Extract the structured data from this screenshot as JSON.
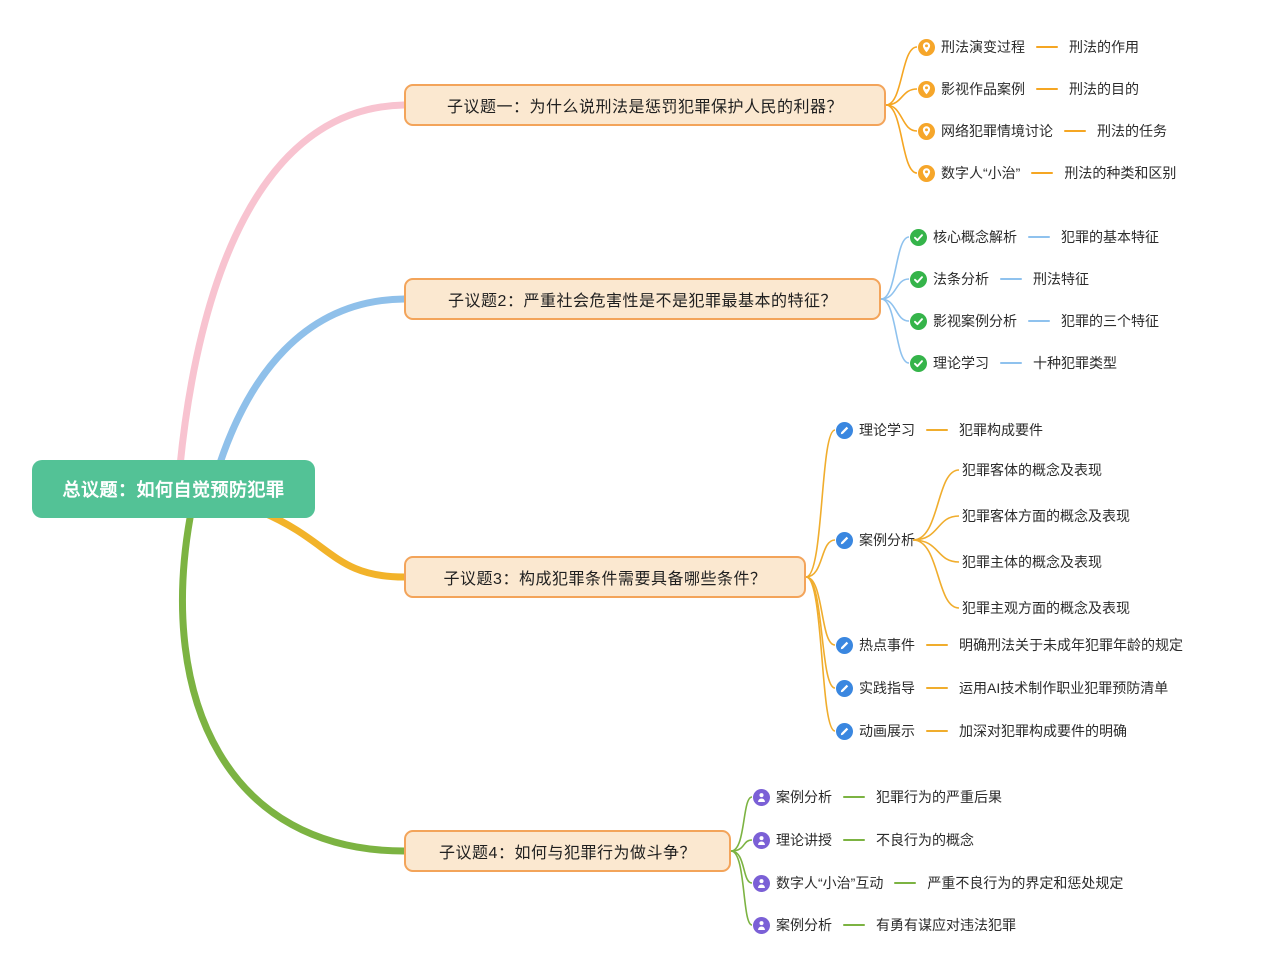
{
  "root": {
    "label": "总议题：如何自觉预防犯罪"
  },
  "topics": [
    {
      "label": "子议题一：为什么说刑法是惩罚犯罪保护人民的利器？",
      "branch_color": "#f8c3d0",
      "icon": "pin-icon",
      "children": [
        {
          "label": "刑法演变过程",
          "leaf": "刑法的作用"
        },
        {
          "label": "影视作品案例",
          "leaf": "刑法的目的"
        },
        {
          "label": "网络犯罪情境讨论",
          "leaf": "刑法的任务"
        },
        {
          "label": "数字人“小治”",
          "leaf": "刑法的种类和区别"
        }
      ]
    },
    {
      "label": "子议题2：严重社会危害性是不是犯罪最基本的特征？",
      "branch_color": "#8fc0ea",
      "icon": "check-icon",
      "children": [
        {
          "label": "核心概念解析",
          "leaf": "犯罪的基本特征"
        },
        {
          "label": "法条分析",
          "leaf": "刑法特征"
        },
        {
          "label": "影视案例分析",
          "leaf": "犯罪的三个特征"
        },
        {
          "label": "理论学习",
          "leaf": "十种犯罪类型"
        }
      ]
    },
    {
      "label": "子议题3：构成犯罪条件需要具备哪些条件？",
      "branch_color": "#f2b32a",
      "icon": "pencil-icon",
      "children": [
        {
          "label": "理论学习",
          "leaf": "犯罪构成要件"
        },
        {
          "label": "案例分析",
          "leaves": [
            "犯罪客体的概念及表现",
            "犯罪客体方面的概念及表现",
            "犯罪主体的概念及表现",
            "犯罪主观方面的概念及表现"
          ]
        },
        {
          "label": "热点事件",
          "leaf": "明确刑法关于未成年犯罪年龄的规定"
        },
        {
          "label": "实践指导",
          "leaf": "运用AI技术制作职业犯罪预防清单"
        },
        {
          "label": "动画展示",
          "leaf": "加深对犯罪构成要件的明确"
        }
      ]
    },
    {
      "label": "子议题4：如何与犯罪行为做斗争？",
      "branch_color": "#7cb342",
      "icon": "person-icon",
      "children": [
        {
          "label": "案例分析",
          "leaf": "犯罪行为的严重后果"
        },
        {
          "label": "理论讲授",
          "leaf": "不良行为的概念"
        },
        {
          "label": "数字人“小治”互动",
          "leaf": "严重不良行为的界定和惩处规定"
        },
        {
          "label": "案例分析",
          "leaf": "有勇有谋应对违法犯罪"
        }
      ]
    }
  ],
  "colors": {
    "root_fill": "#53c296",
    "topic_fill": "#fbe8d0",
    "topic_border": "#f3a45a",
    "branch_pink": "#f8c3d0",
    "branch_blue": "#8fc0ea",
    "branch_yellow": "#f2b32a",
    "branch_green": "#7cb342",
    "icon_pin": "#f6a62a",
    "icon_check": "#35b44a",
    "icon_pencil": "#3a87e0",
    "icon_person": "#7b60d6"
  }
}
